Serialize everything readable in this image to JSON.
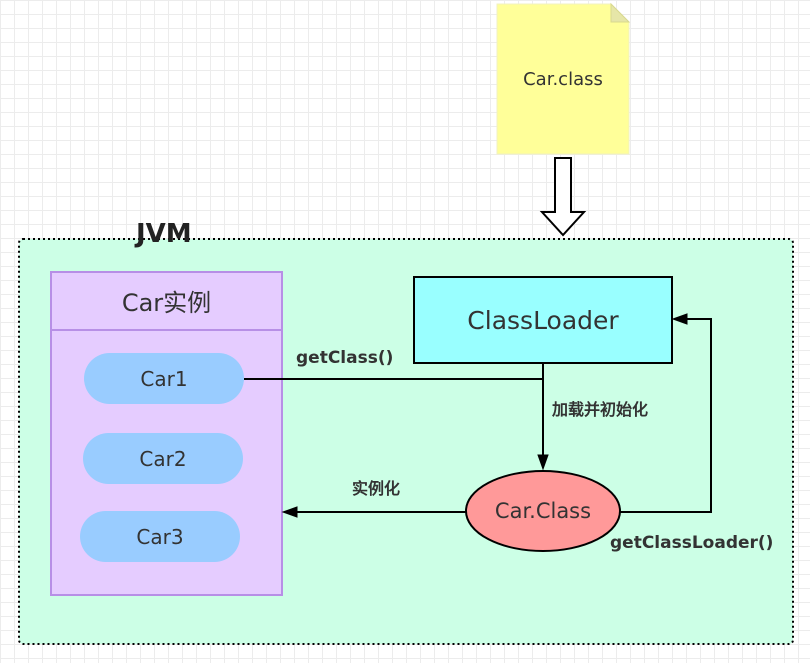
{
  "file": {
    "label": "Car.class"
  },
  "jvm": {
    "label": "JVM"
  },
  "instances": {
    "title": "Car实例",
    "items": [
      "Car1",
      "Car2",
      "Car3"
    ]
  },
  "classloader": {
    "label": "ClassLoader"
  },
  "class_obj": {
    "label": "Car.Class"
  },
  "edges": {
    "get_class": "getClass()",
    "load_init": "加载并初始化",
    "instantiate": "实例化",
    "get_classloader": "getClassLoader()"
  },
  "colors": {
    "file_fill": "#ffff99",
    "jvm_fill": "#ccffe6",
    "instances_fill": "#e5ccff",
    "instances_border": "#b78fe6",
    "instance_fill": "#99ccff",
    "classloader_fill": "#99ffff",
    "class_fill": "#ff9999",
    "line": "#000000"
  }
}
